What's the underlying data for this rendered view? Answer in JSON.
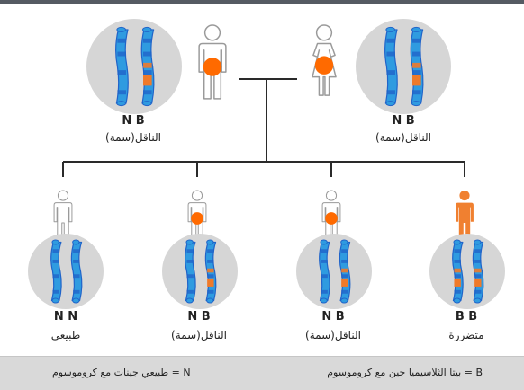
{
  "colors": {
    "circle_bg": "#d6d6d6",
    "chromosome_blue": "#2f9be0",
    "chromosome_blue_dark": "#2064c9",
    "chromosome_orange": "#ef7a2a",
    "marker_orange": "#ff6a00",
    "line": "#2a2a2a",
    "figure_outline": "#9a9a9a",
    "affected_figure": "#f08030",
    "legend_bg": "#d9d9d9"
  },
  "parents": [
    {
      "id": "father",
      "figure": "male-figure-icon",
      "marker": true,
      "chromosomes": [
        "normal",
        "beta"
      ],
      "genes": "N  B",
      "status": "الناقل(سمة)"
    },
    {
      "id": "mother",
      "figure": "female-figure-icon",
      "marker": true,
      "chromosomes": [
        "normal",
        "beta"
      ],
      "genes": "N  B",
      "status": "الناقل(سمة)"
    }
  ],
  "children": [
    {
      "id": "child-1",
      "figure": "child-figure-icon",
      "marker": false,
      "affected": false,
      "chromosomes": [
        "normal",
        "normal"
      ],
      "genes": "N  N",
      "status": "طبيعي"
    },
    {
      "id": "child-2",
      "figure": "child-figure-icon",
      "marker": true,
      "affected": false,
      "chromosomes": [
        "normal",
        "beta"
      ],
      "genes": "N  B",
      "status": "الناقل(سمة)"
    },
    {
      "id": "child-3",
      "figure": "child-figure-icon",
      "marker": true,
      "affected": false,
      "chromosomes": [
        "normal",
        "beta"
      ],
      "genes": "N  B",
      "status": "الناقل(سمة)"
    },
    {
      "id": "child-4",
      "figure": "affected-child-figure-icon",
      "marker": false,
      "affected": true,
      "chromosomes": [
        "beta",
        "beta"
      ],
      "genes": "B  B",
      "status": "متضررة"
    }
  ],
  "legend": {
    "normal": "N = طبيعي جينات مع كروموسوم",
    "beta": "B = بيتا الثلاسيميا جين مع كروموسوم"
  }
}
